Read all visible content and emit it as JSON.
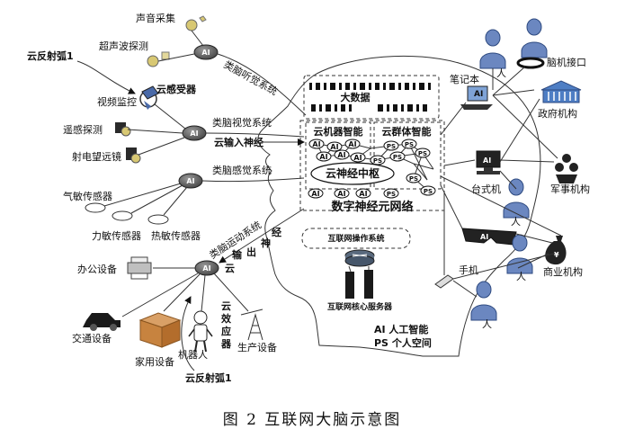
{
  "caption": "图 2  互联网大脑示意图",
  "left": {
    "reflex_top": "云反射弧1",
    "reflex_bottom": "云反射弧1",
    "sound": "声音采集",
    "ultrasonic": "超声波探测",
    "video": "视频监控",
    "remote": "遥感探测",
    "radio_telescope": "射电望远镜",
    "sensor_group": "云感受器",
    "gas": "气敏传感器",
    "force": "力敏传感器",
    "heat": "热敏传感器",
    "office": "办公设备",
    "traffic": "交通设备",
    "home": "家用设备",
    "robot": "机器人",
    "production": "生产设备",
    "effector_chars": [
      "云",
      "效",
      "应",
      "器"
    ]
  },
  "systems": {
    "auditory": "类脑听觉系统",
    "visual": "类脑视觉系统",
    "sensory": "类脑感觉系统",
    "input_nerve": "云输入神经",
    "motor": "类脑运动系统",
    "output_chars": [
      "云",
      "输",
      "出",
      "神",
      "经"
    ]
  },
  "brain": {
    "big_data": "大数据",
    "machine_intel": "云机器智能",
    "group_intel": "云群体智能",
    "center": "云神经中枢",
    "network": "数字神经元网络",
    "os": "互联网操作系统",
    "server": "互联网核心服务器",
    "ai_tag": "AI",
    "ps_tag": "PS"
  },
  "legend": {
    "ai_line": "AI  人工智能",
    "ps_line": "PS  个人空间"
  },
  "right": {
    "laptop": "笔记本",
    "person": "人",
    "bci": "脑机接口",
    "gov": "政府机构",
    "desktop": "台式机",
    "military": "军事机构",
    "phone": "手机",
    "business": "商业机构",
    "yen": "¥"
  },
  "node_label": "AI"
}
